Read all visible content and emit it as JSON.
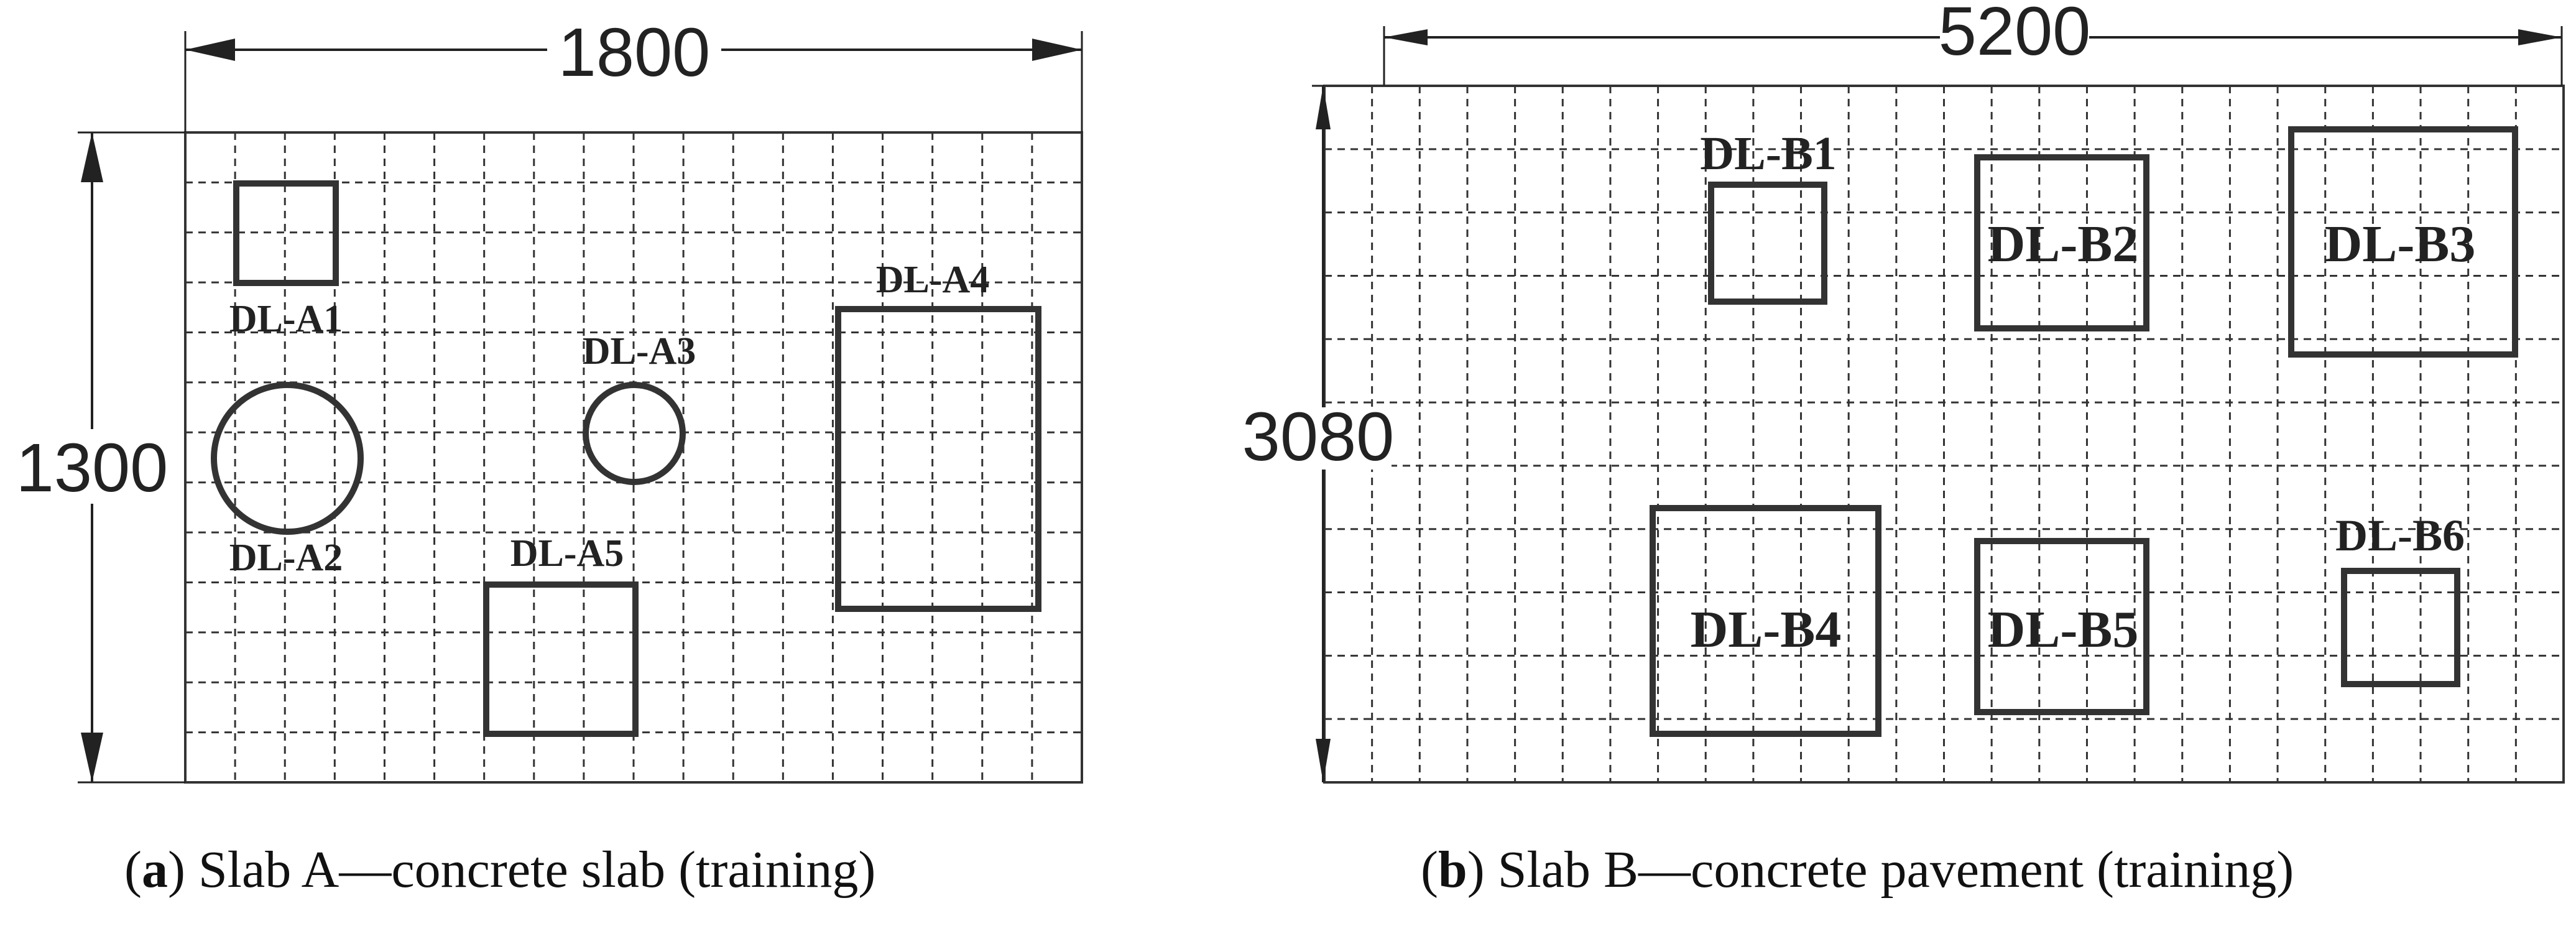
{
  "panel_a": {
    "dimension_width": "1800",
    "dimension_height": "1300",
    "defects": [
      {
        "label": "DL-A1",
        "shape": "square"
      },
      {
        "label": "DL-A2",
        "shape": "circle"
      },
      {
        "label": "DL-A3",
        "shape": "circle"
      },
      {
        "label": "DL-A4",
        "shape": "rectangle"
      },
      {
        "label": "DL-A5",
        "shape": "square"
      }
    ],
    "caption": {
      "letter": "a",
      "text": "Slab A—concrete slab (training)"
    }
  },
  "panel_b": {
    "dimension_width": "5200",
    "dimension_height": "3080",
    "defects": [
      {
        "label": "DL-B1",
        "shape": "square"
      },
      {
        "label": "DL-B2",
        "shape": "square"
      },
      {
        "label": "DL-B3",
        "shape": "square"
      },
      {
        "label": "DL-B4",
        "shape": "square"
      },
      {
        "label": "DL-B5",
        "shape": "square"
      },
      {
        "label": "DL-B6",
        "shape": "square"
      }
    ],
    "caption": {
      "letter": "b",
      "text": "Slab B—concrete pavement (training)"
    }
  },
  "colors": {
    "line": "#333333",
    "background": "#ffffff"
  }
}
